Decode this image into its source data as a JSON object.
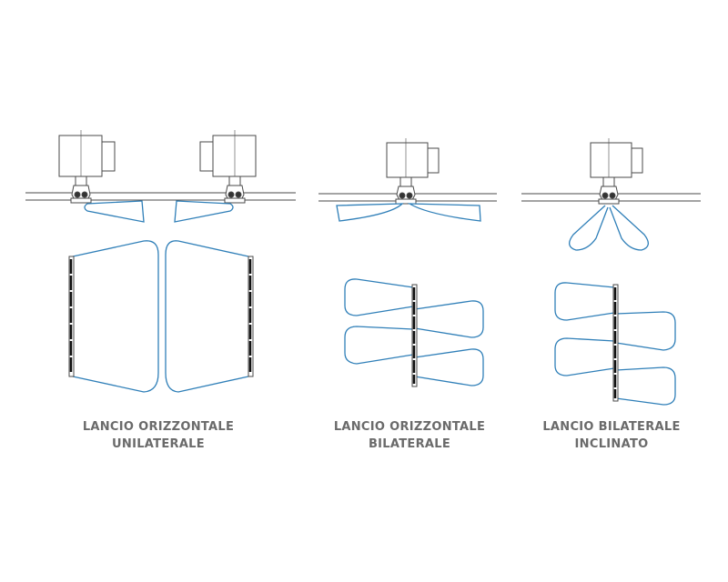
{
  "colors": {
    "line": "#4a4a4a",
    "spray": "#2f7fb8",
    "caption": "#6a6a6a",
    "background": "#ffffff"
  },
  "captions": [
    {
      "line1": "LANCIO ORIZZONTALE",
      "line2": "UNILATERALE"
    },
    {
      "line1": "LANCIO ORIZZONTALE",
      "line2": "BILATERALE"
    },
    {
      "line1": "LANCIO BILATERALE",
      "line2": "INCLINATO"
    }
  ]
}
